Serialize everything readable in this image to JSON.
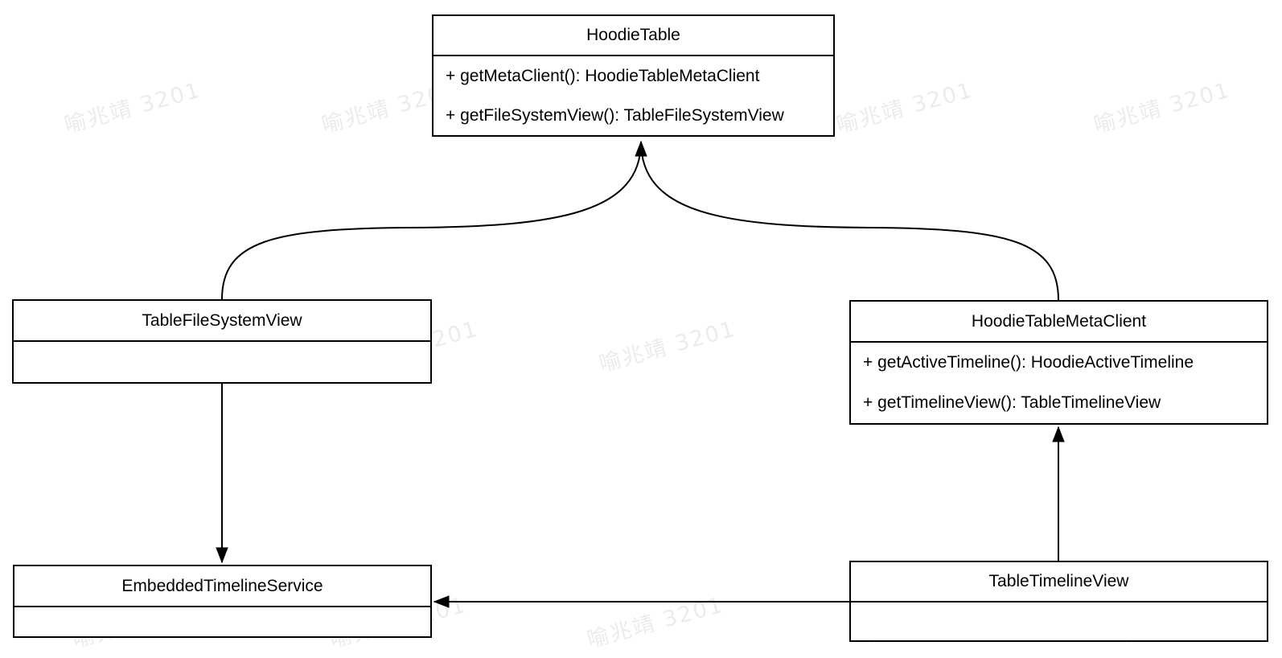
{
  "diagram": {
    "type": "uml-class-diagram",
    "watermark_text": "喻兆靖 3201",
    "colors": {
      "stroke": "#000000",
      "background": "#ffffff",
      "watermark": "#e9e9e9"
    },
    "classes": [
      {
        "name": "HoodieTable",
        "methods": [
          "+ getMetaClient(): HoodieTableMetaClient",
          "+ getFileSystemView(): TableFileSystemView"
        ]
      },
      {
        "name": "TableFileSystemView",
        "methods": []
      },
      {
        "name": "HoodieTableMetaClient",
        "methods": [
          "+ getActiveTimeline(): HoodieActiveTimeline",
          "+ getTimelineView(): TableTimelineView"
        ]
      },
      {
        "name": "EmbeddedTimelineService",
        "methods": []
      },
      {
        "name": "TableTimelineView",
        "methods": []
      }
    ],
    "relations": [
      {
        "from": "TableFileSystemView",
        "to": "HoodieTable",
        "style": "curved",
        "arrowhead": "filled"
      },
      {
        "from": "HoodieTableMetaClient",
        "to": "HoodieTable",
        "style": "curved",
        "arrowhead": "filled"
      },
      {
        "from": "TableFileSystemView",
        "to": "EmbeddedTimelineService",
        "style": "straight",
        "arrowhead": "filled"
      },
      {
        "from": "TableTimelineView",
        "to": "HoodieTableMetaClient",
        "style": "straight",
        "arrowhead": "filled"
      },
      {
        "from": "TableTimelineView",
        "to": "EmbeddedTimelineService",
        "style": "straight",
        "arrowhead": "filled"
      }
    ]
  }
}
